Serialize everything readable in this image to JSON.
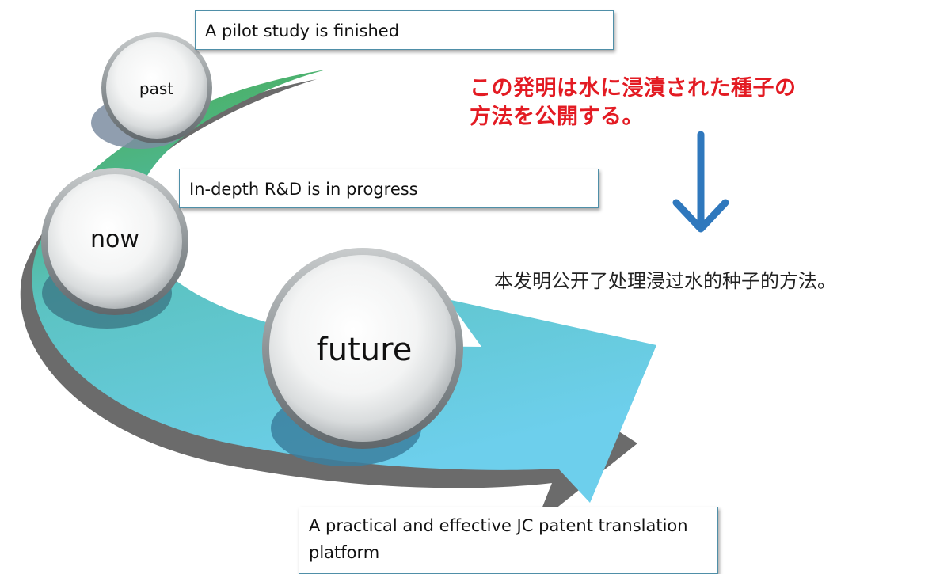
{
  "timeline": {
    "stages": [
      {
        "label": "past",
        "description": "A pilot study is finished"
      },
      {
        "label": "now",
        "description": "In-depth R&D is in progress"
      },
      {
        "label": "future",
        "description": "A practical and effective JC patent translation platform"
      }
    ]
  },
  "translation": {
    "source_text": "この発明は水に浸漬された種子の方法を公開する。",
    "target_text": "本发明公开了处理浸过水的种子的方法。"
  },
  "colors": {
    "source_text": "#e31b23",
    "arrow_down": "#2f78bd",
    "arc_green": "#4cae4f",
    "arc_teal": "#5cc3c3",
    "arc_sky": "#6dcfec",
    "arc_shadow": "#6b6b6b",
    "callout_border": "#4f8fa8"
  },
  "icons": [
    "curved-timeline-arrow-icon",
    "down-arrow-icon",
    "sphere-icon"
  ]
}
